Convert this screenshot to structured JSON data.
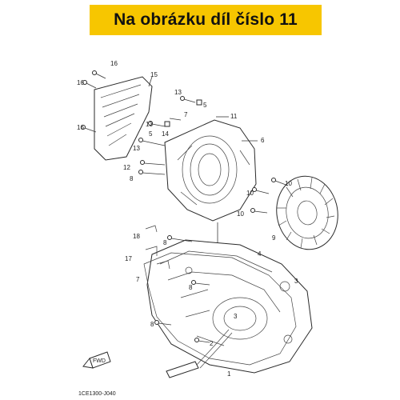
{
  "banner": {
    "text": "Na obrázku díl číslo 11",
    "color": "#f7c600"
  },
  "diagram": {
    "code": "1CE1300-J040",
    "fwd_label": "FWD",
    "part_numbers": [
      "16",
      "16",
      "15",
      "16",
      "13",
      "5",
      "13",
      "7",
      "11",
      "5",
      "14",
      "6",
      "13",
      "12",
      "8",
      "10",
      "10",
      "10",
      "9",
      "18",
      "8",
      "4",
      "17",
      "7",
      "8",
      "3",
      "3",
      "8",
      "2",
      "1"
    ]
  }
}
